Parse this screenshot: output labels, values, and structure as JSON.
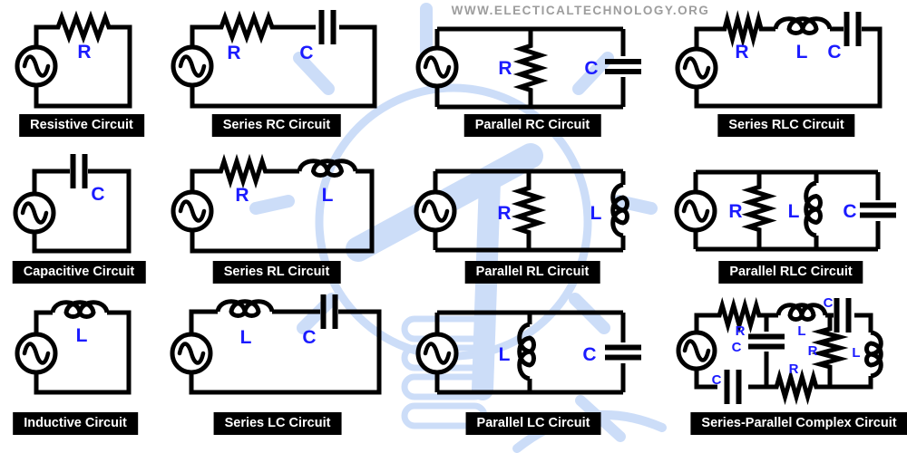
{
  "watermark": {
    "site_text": "WWW.ELECTICALTECHNOLOGY.ORG"
  },
  "colors": {
    "wire": "#000000",
    "component_label": "#1b1bff",
    "badge_bg": "#000000",
    "badge_text": "#ffffff",
    "watermark_text": "#9d9d9d",
    "bulb_watermark": "#ccddf8"
  },
  "circuits": [
    {
      "id": "resistive-circuit",
      "badge": "Resistive Circuit",
      "labels": [
        "R"
      ]
    },
    {
      "id": "series-rc-circuit",
      "badge": "Series RC Circuit",
      "labels": [
        "R",
        "C"
      ]
    },
    {
      "id": "parallel-rc-circuit",
      "badge": "Parallel RC Circuit",
      "labels": [
        "R",
        "C"
      ]
    },
    {
      "id": "series-rlc-circuit",
      "badge": "Series RLC Circuit",
      "labels": [
        "R",
        "L",
        "C"
      ]
    },
    {
      "id": "capacitive-circuit",
      "badge": "Capacitive Circuit",
      "labels": [
        "C"
      ]
    },
    {
      "id": "series-rl-circuit",
      "badge": "Series RL Circuit",
      "labels": [
        "R",
        "L"
      ]
    },
    {
      "id": "parallel-rl-circuit",
      "badge": "Parallel RL Circuit",
      "labels": [
        "R",
        "L"
      ]
    },
    {
      "id": "parallel-rlc-circuit",
      "badge": "Parallel RLC Circuit",
      "labels": [
        "R",
        "L",
        "C"
      ]
    },
    {
      "id": "inductive-circuit",
      "badge": "Inductive Circuit",
      "labels": [
        "L"
      ]
    },
    {
      "id": "series-lc-circuit",
      "badge": "Series LC Circuit",
      "labels": [
        "L",
        "C"
      ]
    },
    {
      "id": "parallel-lc-circuit",
      "badge": "Parallel LC Circuit",
      "labels": [
        "L",
        "C"
      ]
    },
    {
      "id": "series-parallel-complex-circuit",
      "badge": "Series-Parallel Complex Circuit",
      "labels": [
        "R",
        "L",
        "C",
        "C",
        "C",
        "R",
        "R",
        "L"
      ]
    }
  ]
}
